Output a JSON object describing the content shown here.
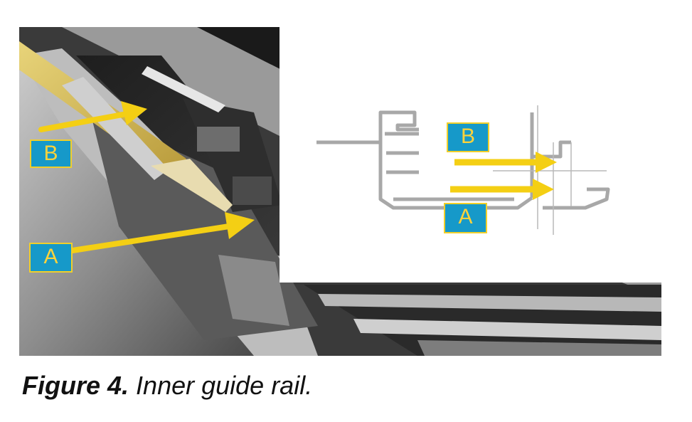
{
  "figure": {
    "photo_labels": {
      "b": "B",
      "a": "A"
    },
    "drawing_labels": {
      "b": "B",
      "a": "A"
    },
    "colors": {
      "label_fill": "#1699c9",
      "label_text": "#ffd33a",
      "arrow": "#f4cf14"
    }
  },
  "caption": {
    "number": "Figure 4.",
    "text": "Inner guide rail."
  }
}
